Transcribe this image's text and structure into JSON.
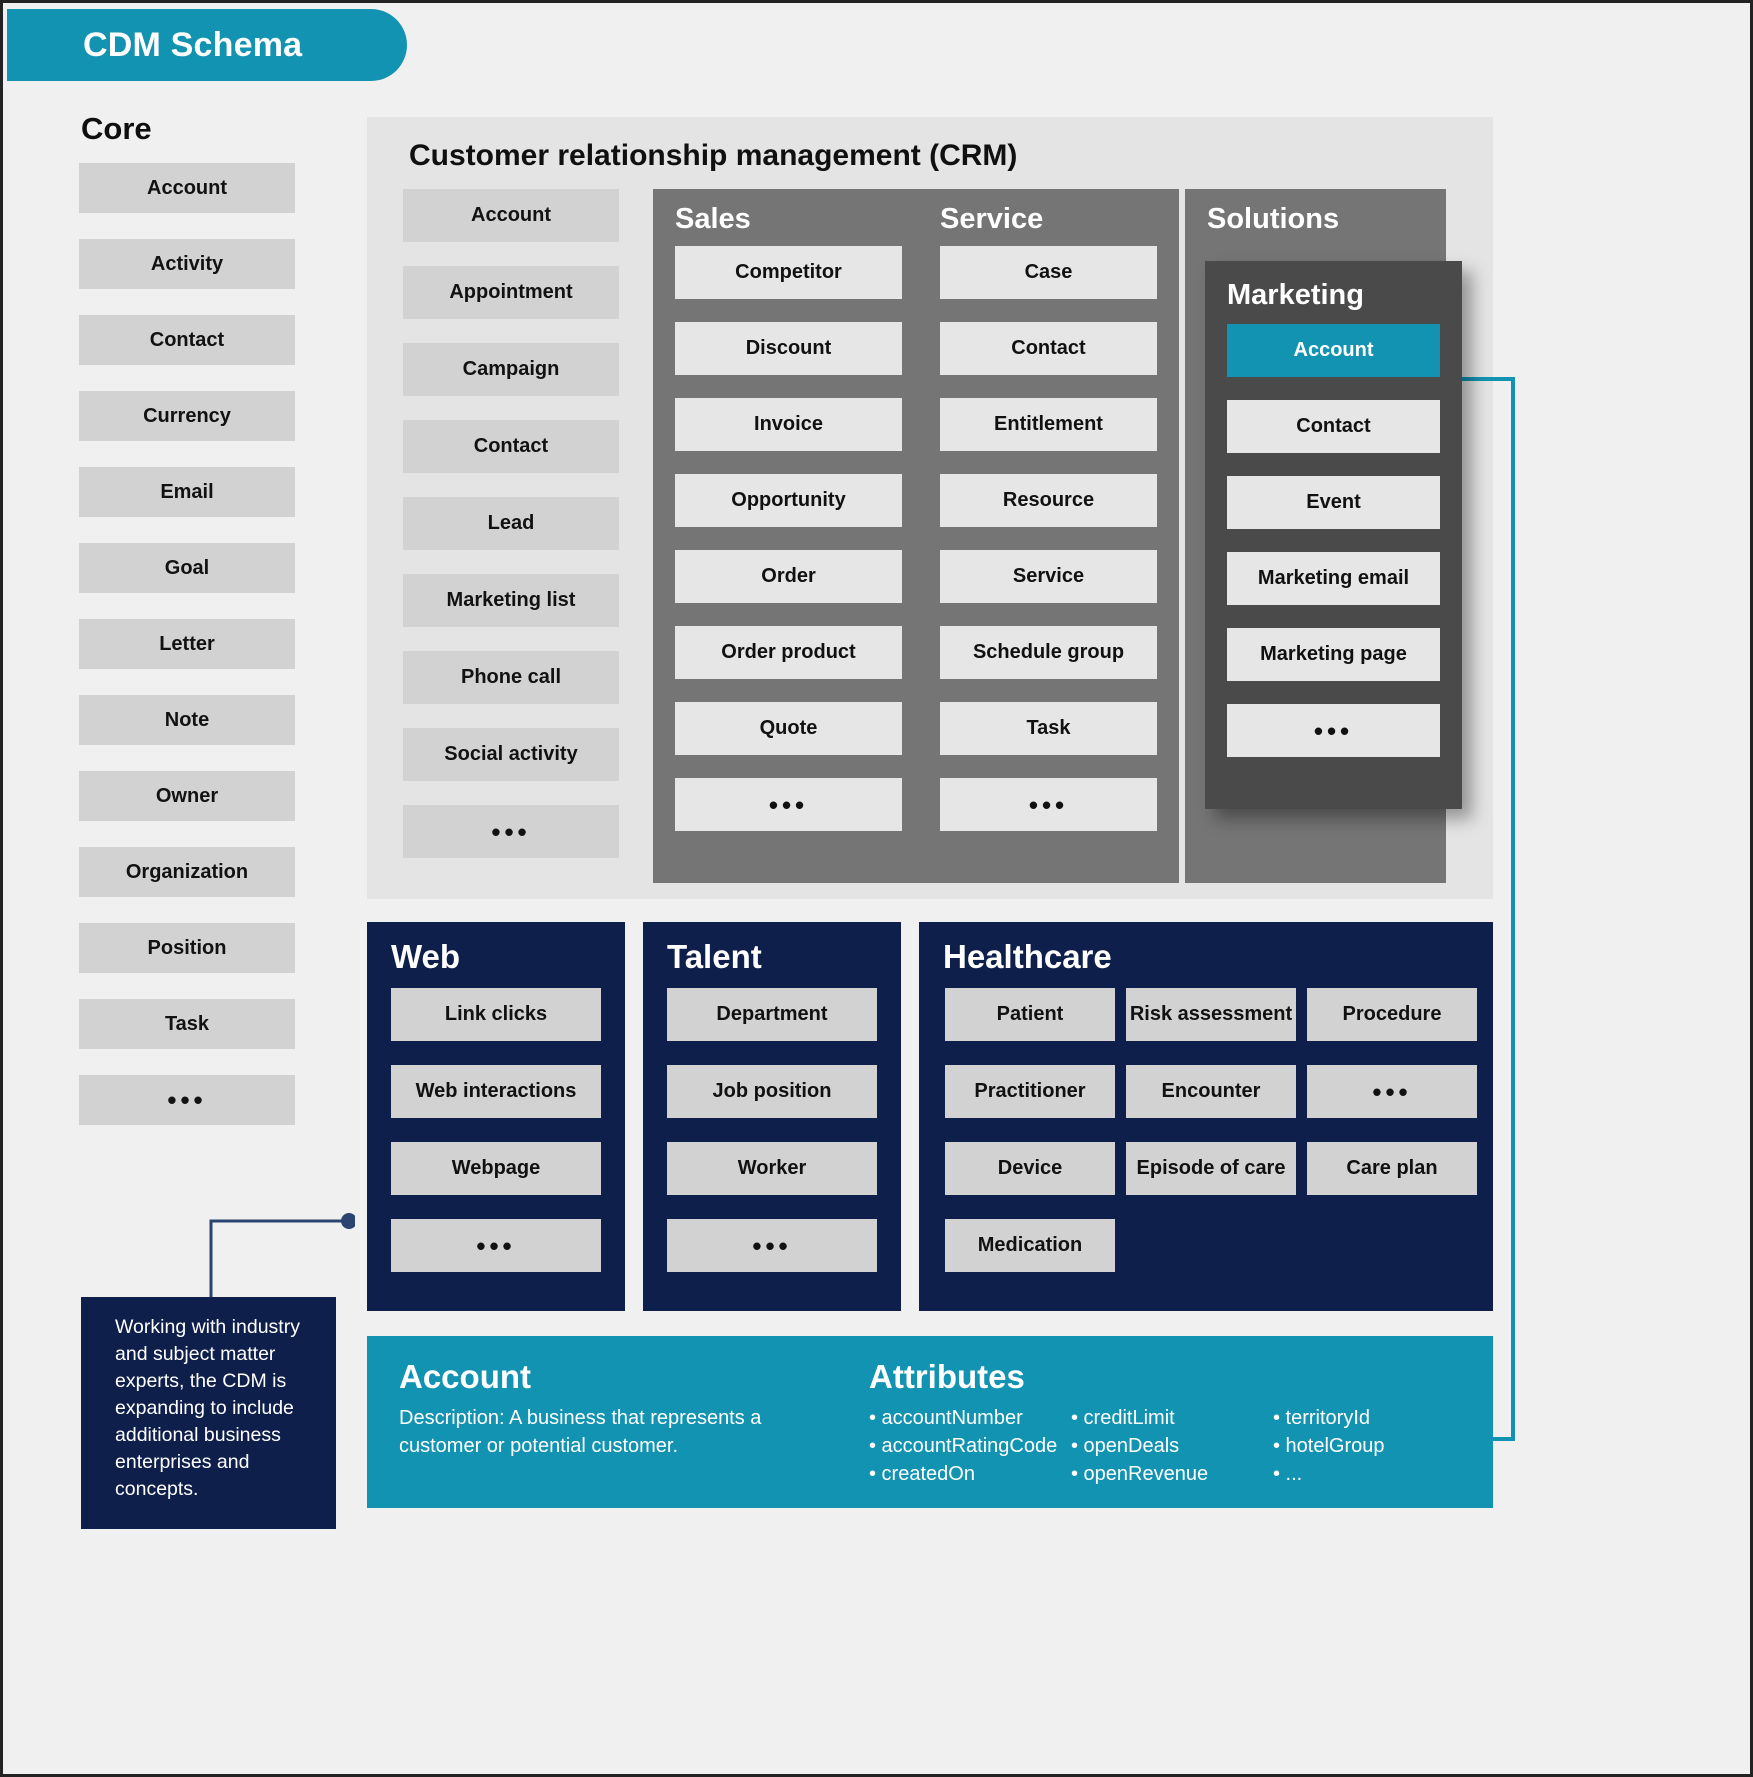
{
  "title": "CDM Schema",
  "core": {
    "header": "Core",
    "items": [
      "Account",
      "Activity",
      "Contact",
      "Currency",
      "Email",
      "Goal",
      "Letter",
      "Note",
      "Owner",
      "Organization",
      "Position",
      "Task",
      "•••"
    ]
  },
  "crm": {
    "title": "Customer relationship management (CRM)",
    "plain_items": [
      "Account",
      "Appointment",
      "Campaign",
      "Contact",
      "Lead",
      "Marketing list",
      "Phone call",
      "Social activity",
      "•••"
    ],
    "groups": [
      {
        "title": "Sales",
        "items": [
          "Competitor",
          "Discount",
          "Invoice",
          "Opportunity",
          "Order",
          "Order product",
          "Quote",
          "•••"
        ]
      },
      {
        "title": "Service",
        "items": [
          "Case",
          "Contact",
          "Entitlement",
          "Resource",
          "Service",
          "Schedule group",
          "Task",
          "•••"
        ]
      },
      {
        "title": "Solutions",
        "items": []
      }
    ],
    "marketing": {
      "title": "Marketing",
      "items": [
        "Account",
        "Contact",
        "Event",
        "Marketing email",
        "Marketing page",
        "•••"
      ],
      "selected": "Account",
      "selected_color": "#1393b2"
    }
  },
  "sections": [
    {
      "title": "Web",
      "items": [
        "Link clicks",
        "Web interactions",
        "Webpage",
        "•••"
      ]
    },
    {
      "title": "Talent",
      "items": [
        "Department",
        "Job position",
        "Worker",
        "•••"
      ]
    },
    {
      "title": "Healthcare",
      "items": [
        "Patient",
        "Risk assessment",
        "Procedure",
        "Practitioner",
        "Encounter",
        "•••",
        "Device",
        "Episode of care",
        "Care plan",
        "Medication"
      ]
    }
  ],
  "callout": {
    "text": "Working with industry and subject matter experts, the CDM is expanding to include additional business enterprises and concepts."
  },
  "detail": {
    "entity": "Account",
    "description": "Description: A business that represents a customer or potential customer.",
    "attributes_header": "Attributes",
    "attributes_col1": [
      "• accountNumber",
      "• accountRatingCode",
      "• createdOn"
    ],
    "attributes_col2": [
      "• creditLimit",
      "• openDeals",
      "• openRevenue"
    ],
    "attributes_col3": [
      "• territoryId",
      "• hotelGroup",
      "• ..."
    ]
  },
  "colors": {
    "brand_teal": "#1393b2",
    "navy": "#0f1f4b",
    "group_gray": "#757575",
    "marketing_gray": "#4a4a4a",
    "chip_gray": "#d2d2d2",
    "panel_gray": "#e4e4e4",
    "page_bg": "#f0f0f0"
  }
}
